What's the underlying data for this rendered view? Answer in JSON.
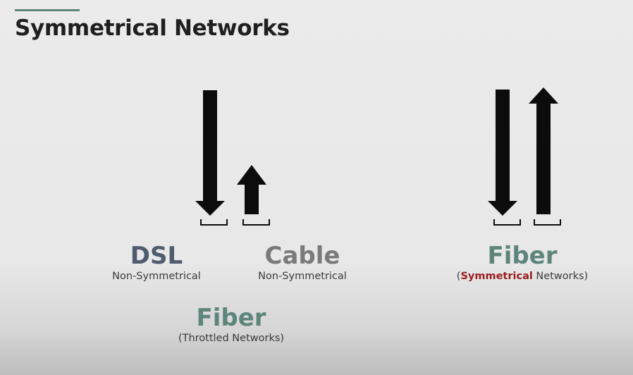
{
  "slide": {
    "title": "Symmetrical Networks"
  },
  "groups": {
    "dsl": {
      "name": "DSL",
      "description": "Non-Symmetrical"
    },
    "cable": {
      "name": "Cable",
      "description": "Non-Symmetrical"
    },
    "fiber_throttled": {
      "name": "Fiber",
      "description_open": "(",
      "description_text": "Throttled Networks",
      "description_close": ")"
    },
    "fiber_symmetrical": {
      "name": "Fiber",
      "description_open": "(",
      "description_highlight": "Symmetrical",
      "description_rest": " Networks)"
    }
  },
  "colors": {
    "accent": "#5e857a",
    "dsl": "#4f5b6f",
    "cable": "#7a7a7a",
    "fiber": "#5e857a",
    "highlight": "#9b1c1c",
    "arrow": "#0c0c0c"
  },
  "icons": {
    "download": "arrow-down-icon",
    "upload": "arrow-up-icon",
    "baseline": "bracket-icon"
  }
}
